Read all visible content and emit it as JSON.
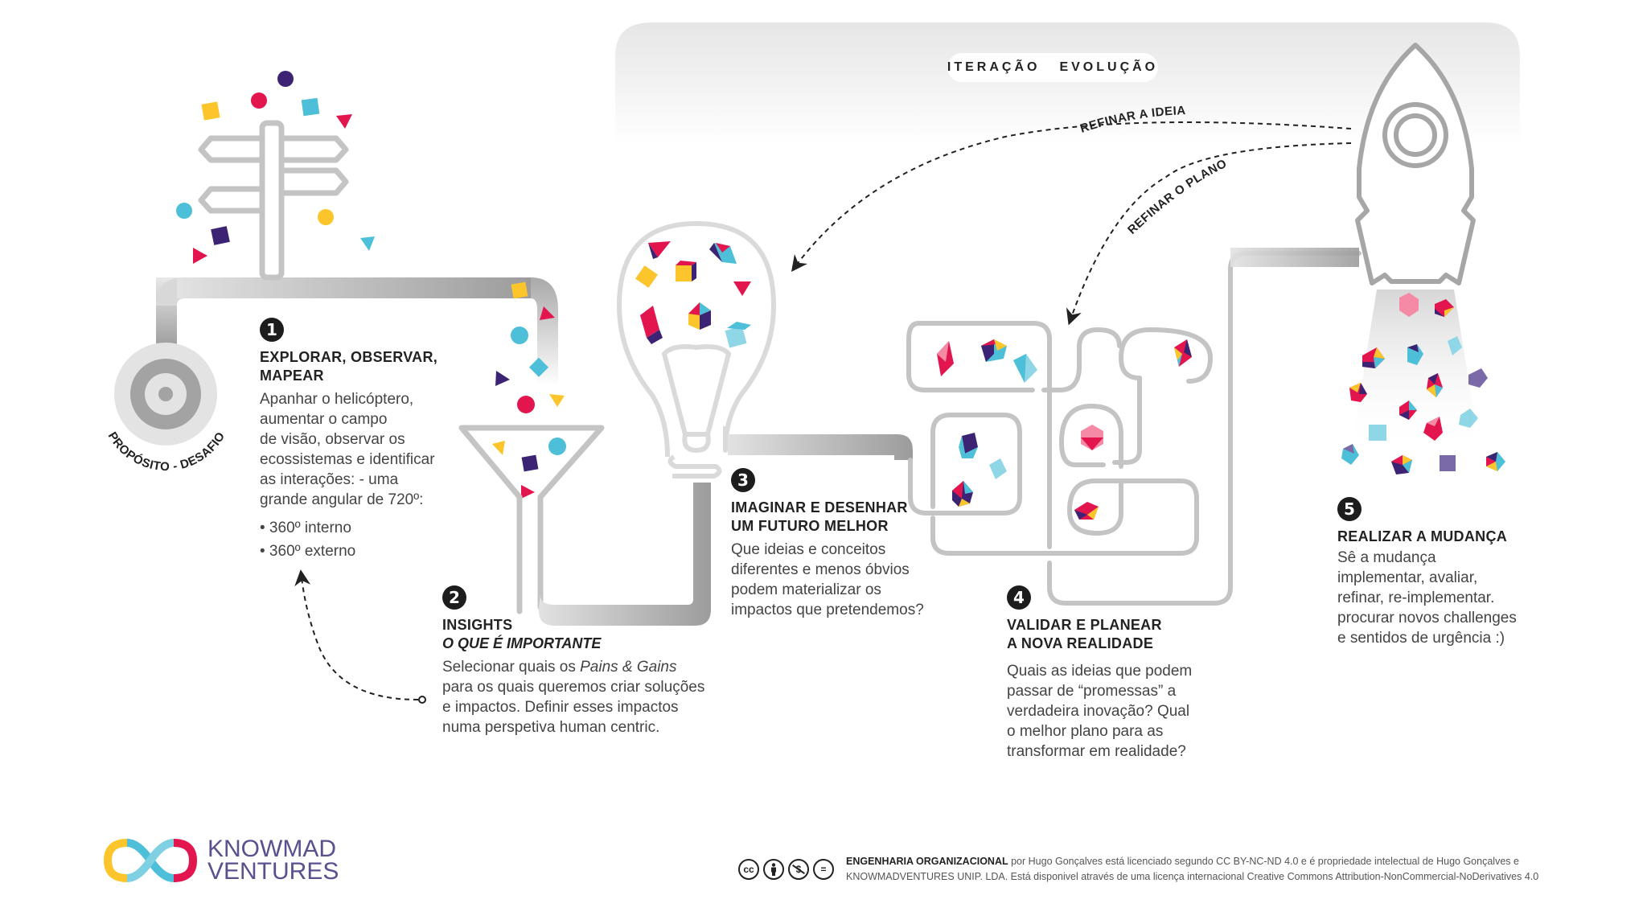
{
  "header": {
    "tag_left": "ITERAÇÃO",
    "tag_right": "EVOLUÇÃO"
  },
  "loops": {
    "refine_idea": "REFINAR A IDEIA",
    "refine_plan": "REFINAR O PLANO"
  },
  "start": {
    "label": "PROPÓSITO - DESAFIO"
  },
  "steps": [
    {
      "number": "1",
      "title_line1": "EXPLORAR, OBSERVAR,",
      "title_line2": "MAPEAR",
      "body": [
        "Apanhar o helicóptero,",
        "aumentar o campo",
        "de visão, observar os",
        "ecossistemas e identificar",
        "as interações: - uma",
        "grande angular de 720º:"
      ],
      "bullets": [
        "• 360º interno",
        "• 360º externo"
      ]
    },
    {
      "number": "2",
      "title_line1": "INSIGHTS",
      "subtitle": "O QUE É IMPORTANTE",
      "body_prefix": "Selecionar quais os ",
      "body_emphasis": "Pains & Gains",
      "body": [
        "para os quais queremos criar soluções",
        "e impactos. Definir esses impactos",
        "numa perspetiva human centric."
      ]
    },
    {
      "number": "3",
      "title_line1": "IMAGINAR E DESENHAR",
      "title_line2": "UM FUTURO MELHOR",
      "body": [
        "Que ideias e conceitos",
        "diferentes e menos óbvios",
        "podem materializar os",
        "impactos que pretendemos?"
      ]
    },
    {
      "number": "4",
      "title_line1": "VALIDAR E PLANEAR",
      "title_line2": "A NOVA REALIDADE",
      "body": [
        "Quais as ideias que podem",
        "passar de “promessas” a",
        "verdadeira inovação? Qual",
        "o melhor plano para as",
        "transformar em realidade?"
      ]
    },
    {
      "number": "5",
      "title_line1": "REALIZAR A MUDANÇA",
      "body": [
        "Sê a mudança",
        "implementar, avaliar,",
        "refinar, re-implementar.",
        "procurar novos challenges",
        "e sentidos de urgência :)"
      ]
    }
  ],
  "footer": {
    "logo_line1": "KNOWMAD",
    "logo_line2": "VENTURES",
    "cc_icons": [
      "cc-icon",
      "attribution-icon",
      "noncommercial-icon",
      "noderivatives-icon"
    ],
    "cc_glyphs": [
      "cc",
      "",
      "$",
      "="
    ],
    "license_bold": "ENGENHARIA ORGANIZACIONAL",
    "license_line1": " por Hugo Gonçalves está licenciado segundo CC BY-NC-ND 4.0 e é propriedade intelectual de Hugo Gonçalves e",
    "license_line2": "KNOWMADVENTURES UNIP. LDA. Está disponivel através de uma licença internacional Creative Commons Attribution-NonCommercial-NoDerivatives 4.0"
  },
  "colors": {
    "pink": "#e3154f",
    "yellow": "#fcc52b",
    "cyan": "#4dbfd8",
    "purple": "#3c2373",
    "grey_line": "#bdbdbd",
    "grey_dark": "#9a9a9a"
  }
}
